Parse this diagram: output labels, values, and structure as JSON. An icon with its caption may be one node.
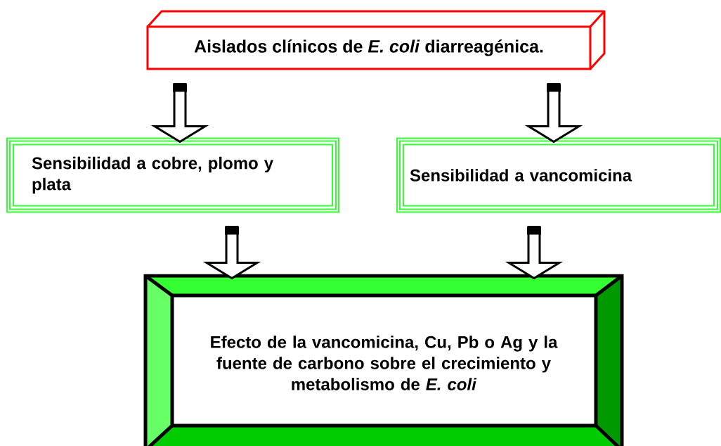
{
  "diagram": {
    "nodes": [
      {
        "text": [
          "Aislados clínicos de *E. coli* diarreagénica."
        ]
      },
      {
        "text": [
          "Sensibilidad a cobre, plomo y plata"
        ]
      },
      {
        "text": [
          "Sensibilidad a vancomicina"
        ]
      },
      {
        "text": [
          "Efecto de la vancomicina, Cu, Pb o Ag y la fuente de carbono sobre el crecimiento y metabolismo de *E. coli*"
        ]
      }
    ],
    "edges": [
      {
        "from": 0,
        "to": 1,
        "arrow": "to"
      },
      {
        "from": 0,
        "to": 2,
        "arrow": "to"
      },
      {
        "from": 1,
        "to": 3,
        "arrow": "to"
      },
      {
        "from": 2,
        "to": 3,
        "arrow": "to"
      }
    ]
  }
}
